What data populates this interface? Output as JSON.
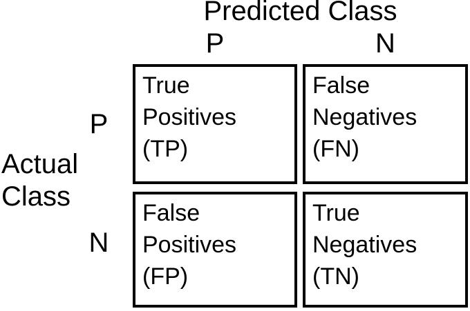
{
  "colors": {
    "background": "#ffffff",
    "text": "#000000",
    "border": "#000000"
  },
  "diagram": {
    "type": "confusion-matrix",
    "predicted_axis_label": "Predicted Class",
    "actual_axis_label": "Actual Class",
    "predicted_classes": [
      "P",
      "N"
    ],
    "actual_classes": [
      "P",
      "N"
    ],
    "cells": {
      "top_left": "True Positives (TP)",
      "top_right": "False Negatives (FN)",
      "bottom_left": "False Positives (FP)",
      "bottom_right": "True Negatives (TN)"
    }
  }
}
